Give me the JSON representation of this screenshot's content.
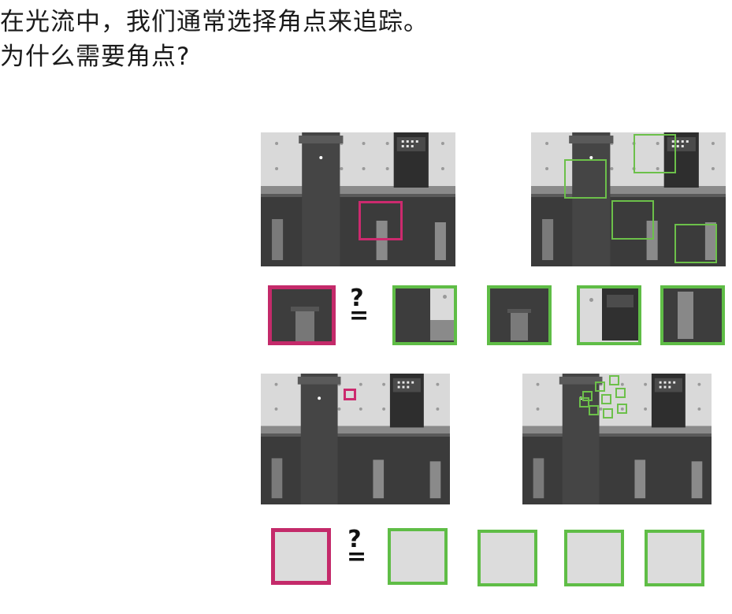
{
  "title": {
    "line1": "在光流中，我们通常选择角点来追踪。",
    "line2": "为什么需要角点?"
  },
  "compare": {
    "question_mark": "?",
    "equals": "="
  },
  "colors": {
    "query": "#cc2a6e",
    "candidate": "#6cc04a",
    "empty_patch": "#dcdcdc"
  },
  "scenes": [
    {
      "name": "textured-query",
      "frame": "building-photo"
    },
    {
      "name": "textured-candidates",
      "frame": "building-photo"
    },
    {
      "name": "flat-query",
      "frame": "building-photo"
    },
    {
      "name": "flat-candidates",
      "frame": "building-photo"
    }
  ]
}
